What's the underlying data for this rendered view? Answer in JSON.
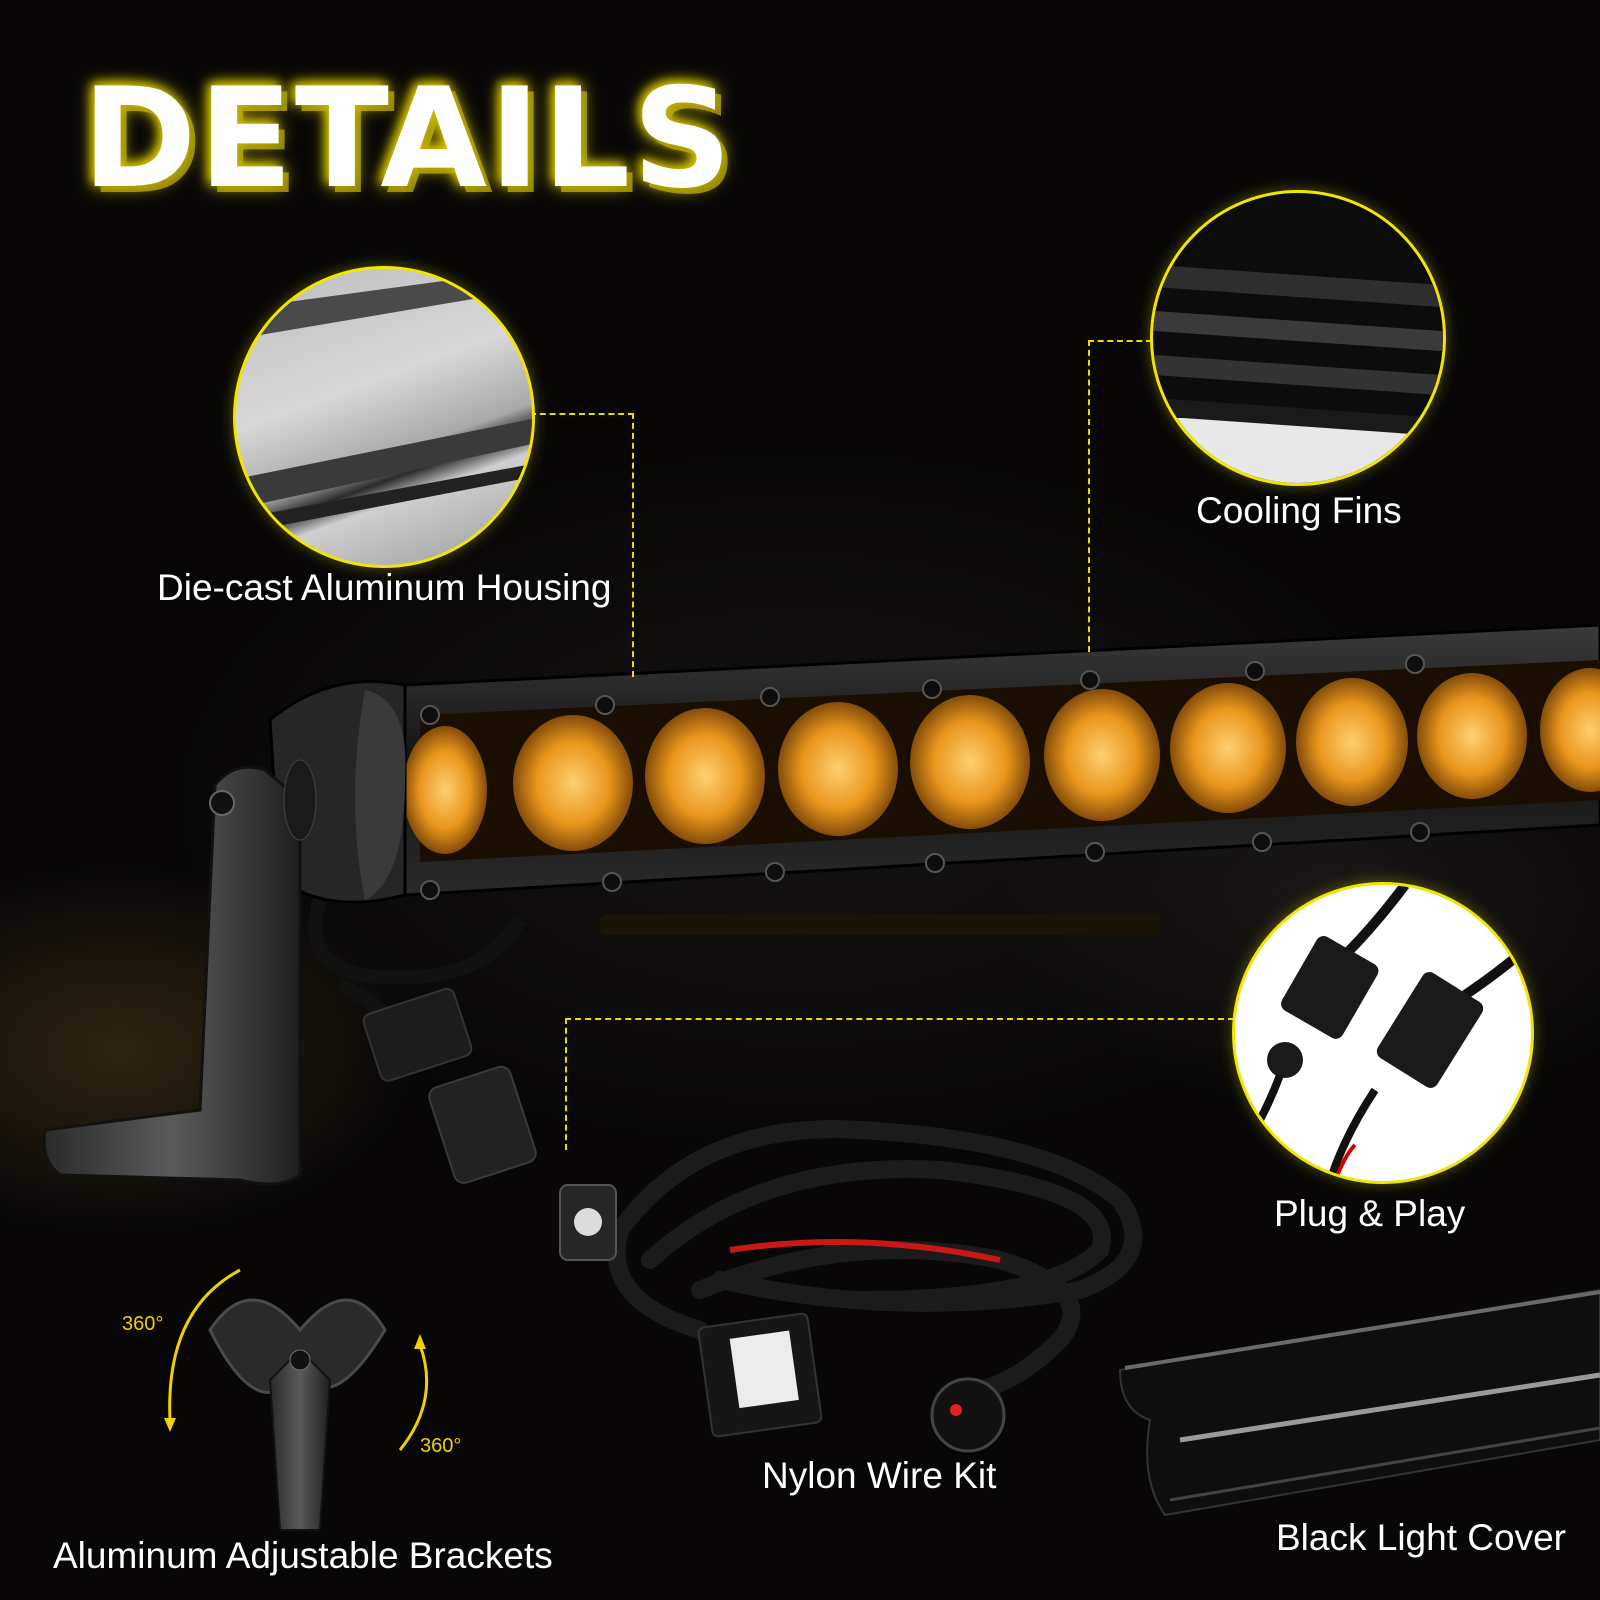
{
  "title": "DETAILS",
  "features": {
    "housing": "Die-cast Aluminum Housing",
    "cooling": "Cooling Fins",
    "plug": "Plug & Play",
    "wire": "Nylon Wire Kit",
    "brackets": "Aluminum Adjustable Brackets",
    "cover": "Black Light Cover"
  },
  "rotation": {
    "left": "360°",
    "right": "360°"
  },
  "colors": {
    "accent": "#f2e600",
    "amber": "#f0a020",
    "background": "#080706"
  }
}
